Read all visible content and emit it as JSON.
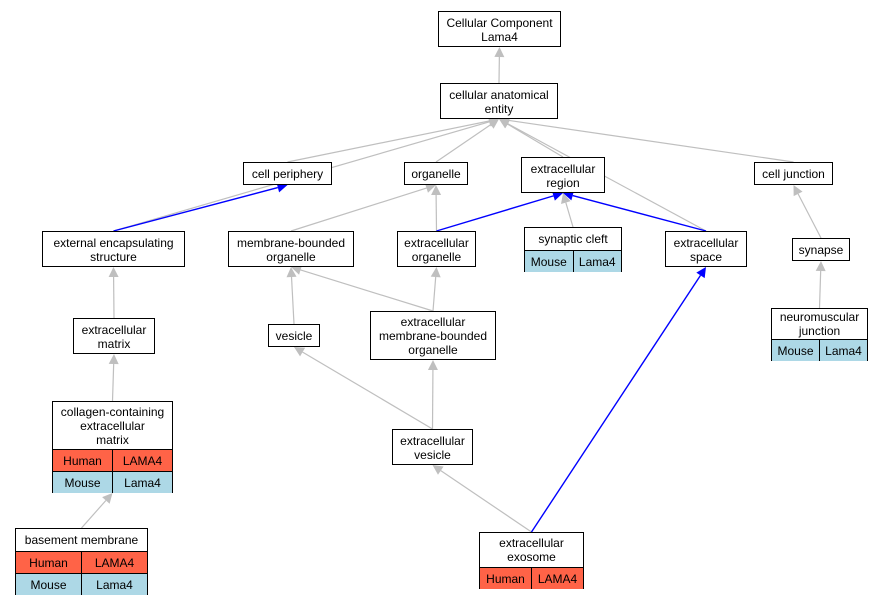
{
  "colors": {
    "human_row": "#ff6347",
    "mouse_row": "#add8e6",
    "is_a_edge": "#bfbfbf",
    "part_of_edge": "#0000ff"
  },
  "nodes": {
    "root": {
      "label": "Cellular Component\nLama4"
    },
    "cae": {
      "label": "cellular anatomical\nentity"
    },
    "cell_periphery": {
      "label": "cell periphery"
    },
    "organelle": {
      "label": "organelle"
    },
    "ec_region": {
      "label": "extracellular\nregion"
    },
    "cell_junction": {
      "label": "cell junction"
    },
    "ext_encap": {
      "label": "external encapsulating\nstructure"
    },
    "mbo": {
      "label": "membrane-bounded\norganelle"
    },
    "ec_organelle": {
      "label": "extracellular\norganelle"
    },
    "synaptic_cleft": {
      "label": "synaptic cleft",
      "rows": [
        {
          "species": "Mouse",
          "gene": "Lama4"
        }
      ]
    },
    "ec_space": {
      "label": "extracellular\nspace"
    },
    "synapse": {
      "label": "synapse"
    },
    "ec_matrix": {
      "label": "extracellular\nmatrix"
    },
    "vesicle": {
      "label": "vesicle"
    },
    "ec_mbo": {
      "label": "extracellular\nmembrane-bounded\norganelle"
    },
    "nmj": {
      "label": "neuromuscular\njunction",
      "rows": [
        {
          "species": "Mouse",
          "gene": "Lama4"
        }
      ]
    },
    "collagen_ecm": {
      "label": "collagen-containing\nextracellular\nmatrix",
      "rows": [
        {
          "species": "Human",
          "gene": "LAMA4"
        },
        {
          "species": "Mouse",
          "gene": "Lama4"
        }
      ]
    },
    "ec_vesicle": {
      "label": "extracellular\nvesicle"
    },
    "basement_membrane": {
      "label": "basement membrane",
      "rows": [
        {
          "species": "Human",
          "gene": "LAMA4"
        },
        {
          "species": "Mouse",
          "gene": "Lama4"
        }
      ]
    },
    "ec_exosome": {
      "label": "extracellular\nexosome",
      "rows": [
        {
          "species": "Human",
          "gene": "LAMA4"
        }
      ]
    }
  },
  "edges": [
    {
      "from": "cae",
      "to": "root",
      "type": "is_a"
    },
    {
      "from": "cell_periphery",
      "to": "cae",
      "type": "is_a"
    },
    {
      "from": "organelle",
      "to": "cae",
      "type": "is_a"
    },
    {
      "from": "ec_region",
      "to": "cae",
      "type": "is_a"
    },
    {
      "from": "cell_junction",
      "to": "cae",
      "type": "is_a"
    },
    {
      "from": "ext_encap",
      "to": "cae",
      "type": "is_a"
    },
    {
      "from": "ec_space",
      "to": "cae",
      "type": "is_a"
    },
    {
      "from": "ext_encap",
      "to": "cell_periphery",
      "type": "part_of"
    },
    {
      "from": "mbo",
      "to": "organelle",
      "type": "is_a"
    },
    {
      "from": "ec_organelle",
      "to": "organelle",
      "type": "is_a"
    },
    {
      "from": "ec_organelle",
      "to": "ec_region",
      "type": "part_of"
    },
    {
      "from": "synaptic_cleft",
      "to": "ec_region",
      "type": "is_a"
    },
    {
      "from": "ec_space",
      "to": "ec_region",
      "type": "part_of"
    },
    {
      "from": "synapse",
      "to": "cell_junction",
      "type": "is_a"
    },
    {
      "from": "ec_matrix",
      "to": "ext_encap",
      "type": "is_a"
    },
    {
      "from": "vesicle",
      "to": "mbo",
      "type": "is_a"
    },
    {
      "from": "ec_mbo",
      "to": "mbo",
      "type": "is_a"
    },
    {
      "from": "ec_mbo",
      "to": "ec_organelle",
      "type": "is_a"
    },
    {
      "from": "nmj",
      "to": "synapse",
      "type": "is_a"
    },
    {
      "from": "collagen_ecm",
      "to": "ec_matrix",
      "type": "is_a"
    },
    {
      "from": "ec_vesicle",
      "to": "vesicle",
      "type": "is_a"
    },
    {
      "from": "ec_vesicle",
      "to": "ec_mbo",
      "type": "is_a"
    },
    {
      "from": "basement_membrane",
      "to": "collagen_ecm",
      "type": "is_a"
    },
    {
      "from": "ec_exosome",
      "to": "ec_vesicle",
      "type": "is_a"
    },
    {
      "from": "ec_exosome",
      "to": "ec_space",
      "type": "part_of"
    }
  ]
}
